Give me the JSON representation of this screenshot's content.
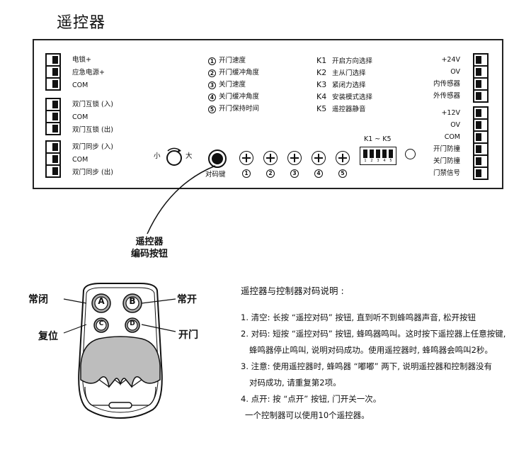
{
  "title": "遥控器",
  "left_terminals": [
    {
      "group": 1,
      "labels": [
        "电锁+",
        "应急电源+",
        "COM"
      ]
    },
    {
      "group": 2,
      "labels": [
        "双门互锁 (入)",
        "COM",
        "双门互锁 (出)"
      ]
    },
    {
      "group": 3,
      "labels": [
        "双门同步 (入)",
        "COM",
        "双门同步 (出)"
      ]
    }
  ],
  "knob": {
    "small": "小",
    "large": "大"
  },
  "numbered_settings": [
    {
      "num": "1",
      "label": "开门速度"
    },
    {
      "num": "2",
      "label": "开门缓冲角度"
    },
    {
      "num": "3",
      "label": "关门速度"
    },
    {
      "num": "4",
      "label": "关门缓冲角度"
    },
    {
      "num": "5",
      "label": "开门保持时间"
    }
  ],
  "k_settings": [
    {
      "key": "K1",
      "label": "开启方向选择"
    },
    {
      "key": "K2",
      "label": "主从门选择"
    },
    {
      "key": "K3",
      "label": "紧闭力选择"
    },
    {
      "key": "K4",
      "label": "安装模式选择"
    },
    {
      "key": "K5",
      "label": "遥控器静音"
    }
  ],
  "code_button_label": "对码键",
  "plus_buttons": [
    "1",
    "2",
    "3",
    "4",
    "5"
  ],
  "dip_switch": {
    "label": "K1 ~ K5",
    "numbers": [
      "1",
      "2",
      "3",
      "4",
      "5"
    ]
  },
  "right_terminals_top": [
    "+24V",
    "OV",
    "内传感器",
    "外传感器"
  ],
  "right_terminals_bottom": [
    "+12V",
    "OV",
    "COM",
    "开门防撞",
    "关门防撞",
    "门禁信号"
  ],
  "callout": {
    "line1": "遥控器",
    "line2": "编码按钮"
  },
  "remote": {
    "buttons": [
      "A",
      "B",
      "C",
      "D"
    ],
    "labels": {
      "a": "常闭",
      "b": "常开",
      "c": "复位",
      "d": "开门"
    }
  },
  "instructions": {
    "heading": "遥控器与控制器对码说明 :",
    "lines": [
      "1. 清空: 长按 “遥控对码” 按钮, 直到听不到蜂鸣器声音, 松开按钮",
      "2. 对码: 短按 “遥控对码” 按钮, 蜂鸣器鸣叫。这时按下遥控器上任意按键,",
      "蜂鸣器停止鸣叫, 说明对码成功。使用遥控器时, 蜂鸣器会鸣叫2秒。",
      "3. 注意: 使用遥控器时, 蜂鸣器 “嘟嘟” 两下, 说明遥控器和控制器没有",
      "对码成功, 请重复第2项。",
      "4. 点开: 按 “点开” 按钮, 门开关一次。",
      "一个控制器可以使用10个遥控器。"
    ]
  }
}
